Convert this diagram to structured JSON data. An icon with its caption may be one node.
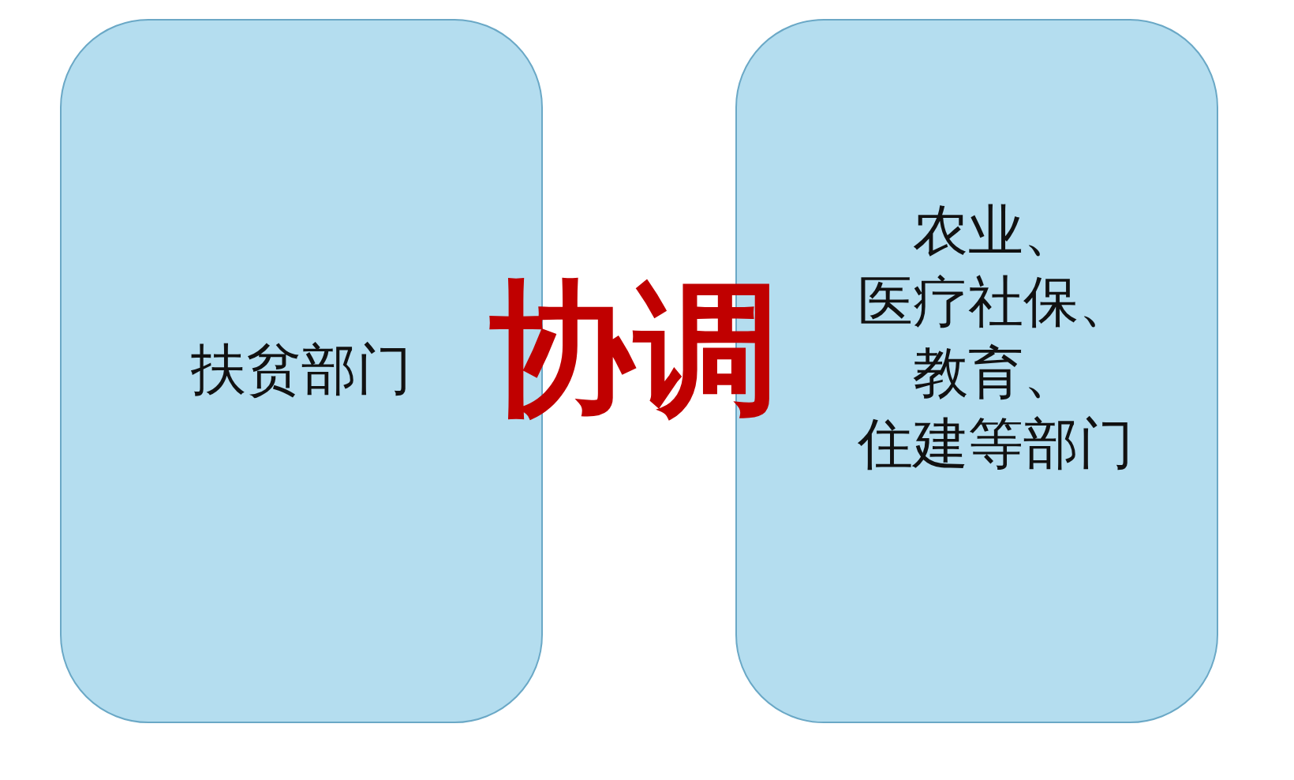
{
  "diagram": {
    "nodes": [
      {
        "text": [
          "扶贫部门"
        ]
      },
      {
        "text": [
          "农业、医疗社保、教育、住建等部门"
        ]
      }
    ],
    "labels": [
      "协调"
    ]
  }
}
